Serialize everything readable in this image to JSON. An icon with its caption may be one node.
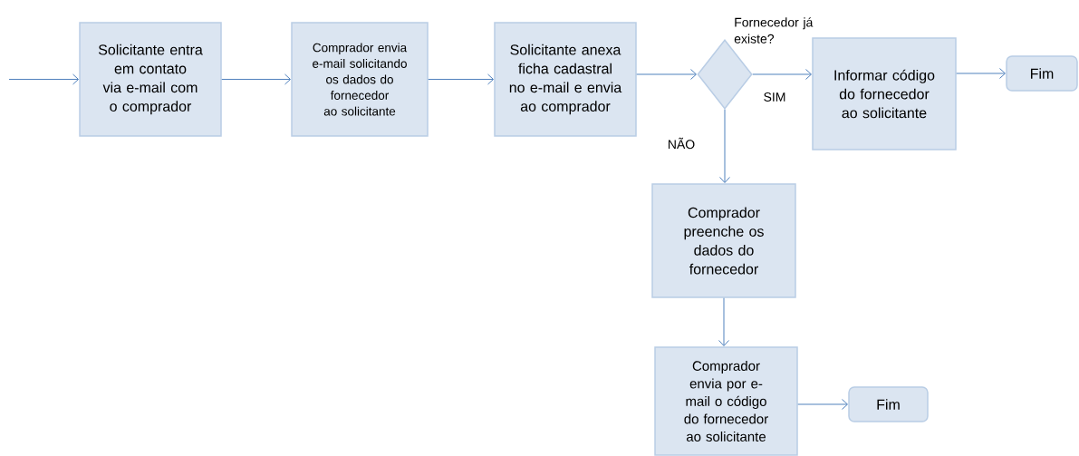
{
  "diagram": {
    "nodes": [
      {
        "text": [
          "Solicitante entra em contato via e-mail com o comprador"
        ]
      },
      {
        "text": [
          "Comprador envia e-mail solicitando os dados do fornecedor ao solicitante"
        ]
      },
      {
        "text": [
          "Solicitante anexa ficha cadastral no e-mail e envia ao comprador"
        ]
      },
      {
        "text": [
          "Fornecedor já existe?"
        ]
      },
      {
        "text": [
          "Informar código do fornecedor ao solicitante"
        ]
      },
      {
        "text": [
          "Fim"
        ]
      },
      {
        "text": [
          "Comprador preenche os dados do fornecedor"
        ]
      },
      {
        "text": [
          "Comprador envia por e-mail o código do fornecedor ao solicitante"
        ]
      },
      {
        "text": [
          "Fim"
        ]
      }
    ],
    "edges": [
      {
        "from": null,
        "to": 0,
        "arrow": "to"
      },
      {
        "from": 0,
        "to": 1,
        "arrow": "to"
      },
      {
        "from": 1,
        "to": 2,
        "arrow": "to"
      },
      {
        "from": 2,
        "to": 3,
        "arrow": "to"
      },
      {
        "from": 3,
        "to": 4,
        "arrow": "to",
        "label": "SIM"
      },
      {
        "from": 4,
        "to": 5,
        "arrow": "to"
      },
      {
        "from": 3,
        "to": 6,
        "arrow": "to",
        "label": "NÃO"
      },
      {
        "from": 6,
        "to": 7,
        "arrow": "to"
      },
      {
        "from": 7,
        "to": 8,
        "arrow": "to"
      }
    ]
  }
}
